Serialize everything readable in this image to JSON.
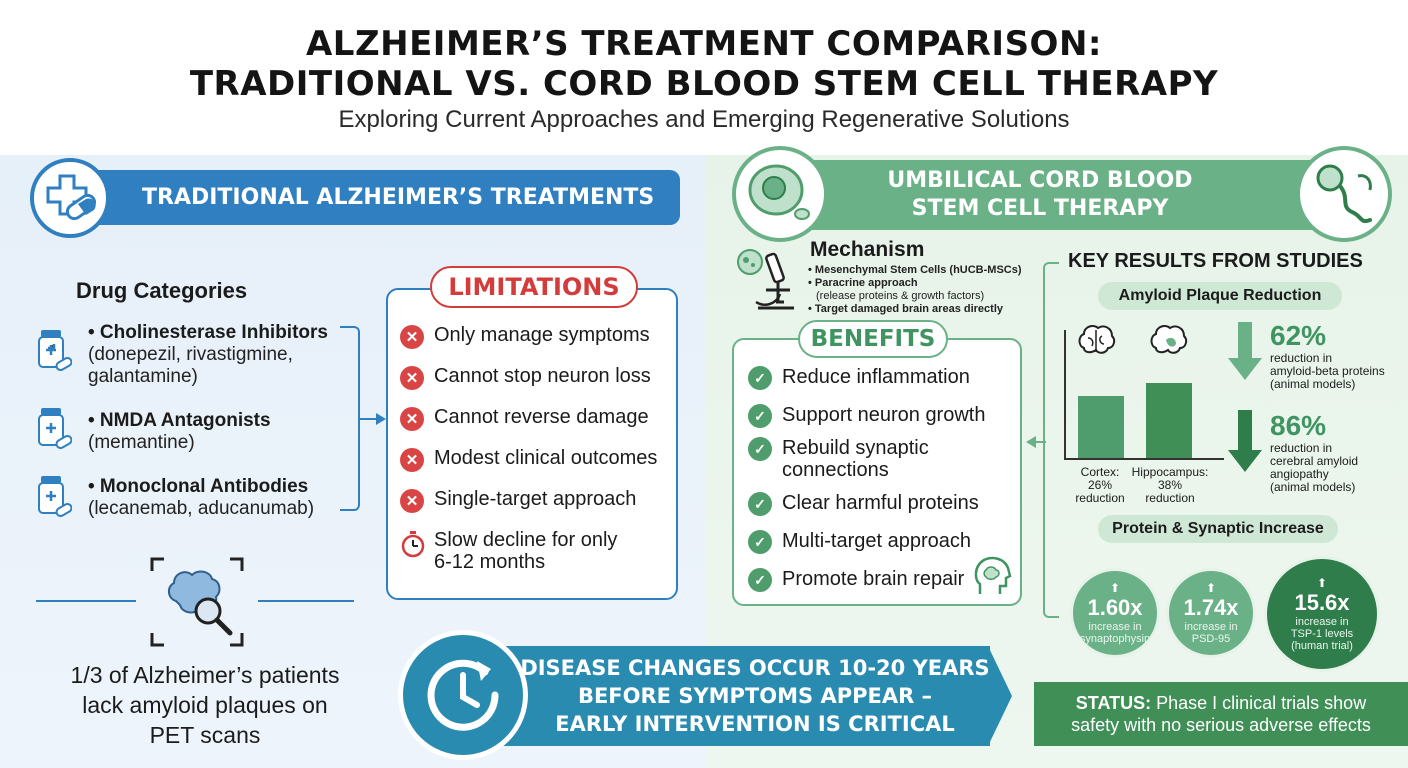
{
  "header": {
    "title_line1": "ALZHEIMER’S TREATMENT COMPARISON:",
    "title_line2": "TRADITIONAL VS. CORD BLOOD STEM CELL THERAPY",
    "subtitle": "Exploring Current Approaches and Emerging Regenerative Solutions"
  },
  "traditional": {
    "banner": "TRADITIONAL ALZHEIMER’S TREATMENTS",
    "drug_categories_title": "Drug Categories",
    "drugs": [
      {
        "name": "• Cholinesterase Inhibitors",
        "line2": "(donepezil, rivastigmine,",
        "line3": "galantamine)"
      },
      {
        "name": "• NMDA Antagonists",
        "line2": "(memantine)",
        "line3": ""
      },
      {
        "name": "• Monoclonal Antibodies",
        "line2": "(lecanemab, aducanumab)",
        "line3": ""
      }
    ],
    "limitations_title": "LIMITATIONS",
    "limitations": [
      "Only manage symptoms",
      "Cannot stop neuron loss",
      "Cannot reverse damage",
      "Modest clinical outcomes",
      "Single-target approach"
    ],
    "slow_decline_line1": "Slow decline for only",
    "slow_decline_line2": "6-12 months",
    "pet_line1": "1/3 of Alzheimer’s patients",
    "pet_line2": "lack amyloid plaques on",
    "pet_line3": "PET scans"
  },
  "cord": {
    "banner_line1": "UMBILICAL CORD BLOOD",
    "banner_line2": "STEM CELL THERAPY",
    "mechanism_title": "Mechanism",
    "mechanism_lines": [
      "• Mesenchymal Stem Cells (hUCB-MSCs)",
      "• Paracrine approach",
      "  (release proteins & growth factors)",
      "• Target damaged brain areas directly"
    ],
    "benefits_title": "BENEFITS",
    "benefits": [
      {
        "l1": "Reduce inflammation",
        "l2": ""
      },
      {
        "l1": "Support neuron growth",
        "l2": ""
      },
      {
        "l1": "Rebuild synaptic",
        "l2": "connections"
      },
      {
        "l1": "Clear harmful proteins",
        "l2": ""
      },
      {
        "l1": "Multi-target approach",
        "l2": ""
      },
      {
        "l1": "Promote brain repair",
        "l2": ""
      }
    ],
    "key_results_title": "KEY RESULTS FROM STUDIES",
    "amyloid_pill": "Amyloid Plaque Reduction",
    "bars": [
      {
        "label1": "Cortex:",
        "label2": "26%",
        "label3": "reduction",
        "value": 26
      },
      {
        "label1": "Hippocampus:",
        "label2": "38%",
        "label3": "reduction",
        "value": 38
      }
    ],
    "pct1": "62%",
    "pct1_desc": [
      "reduction in",
      "amyloid-beta proteins",
      "(animal models)"
    ],
    "pct2": "86%",
    "pct2_desc": [
      "reduction in",
      "cerebral amyloid",
      "angiopathy",
      "(animal models)"
    ],
    "protein_pill": "Protein & Synaptic Increase",
    "circles": [
      {
        "value": "1.60x",
        "d1": "increase in",
        "d2": "synaptophysin",
        "d3": ""
      },
      {
        "value": "1.74x",
        "d1": "increase in",
        "d2": "PSD-95",
        "d3": ""
      },
      {
        "value": "15.6x",
        "d1": "increase in",
        "d2": "TSP-1 levels",
        "d3": "(human trial)"
      }
    ]
  },
  "bottom": {
    "line1": "DISEASE CHANGES OCCUR 10-20 YEARS",
    "line2": "BEFORE SYMPTOMS APPEAR –",
    "line3": "EARLY INTERVENTION IS CRITICAL",
    "status_label": "STATUS:",
    "status_text1": " Phase I clinical trials show",
    "status_text2": "safety with no serious adverse effects"
  },
  "colors": {
    "traditional_blue": "#2f7fc1",
    "cord_green": "#6ab187",
    "limitation_red": "#d43b3b",
    "bottom_banner": "#2a8bb0",
    "status_green": "#3f8f57"
  }
}
